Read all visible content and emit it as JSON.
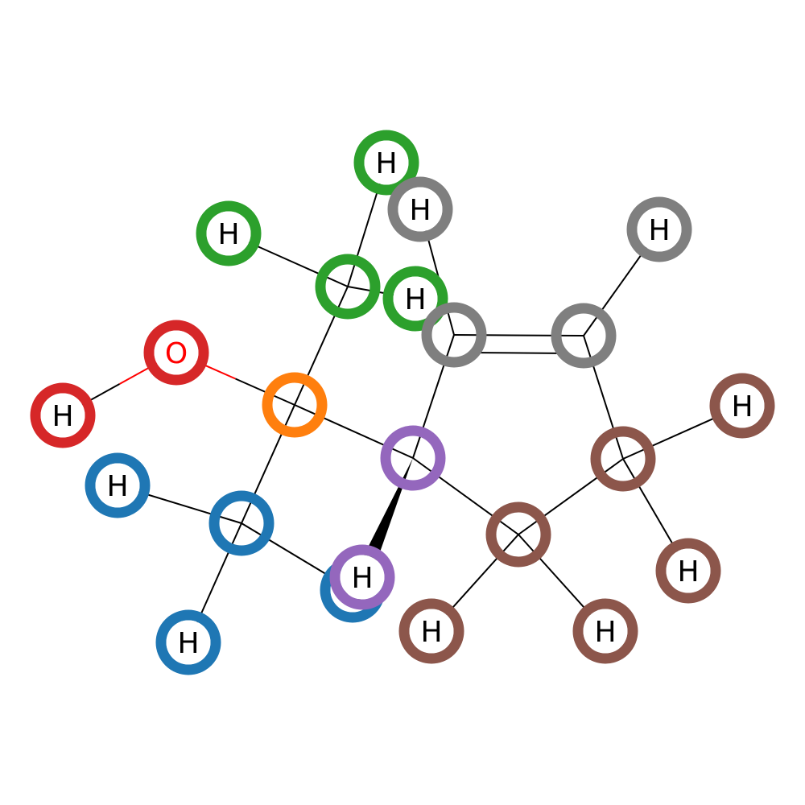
{
  "molecule": {
    "colors": {
      "red": "#d62728",
      "orange": "#ff7f0e",
      "green": "#2ca02c",
      "blue": "#1f77b4",
      "purple": "#9467bd",
      "gray": "#7f7f7f",
      "brown": "#8c564b",
      "bond": "#000000",
      "oxygen_label": "#ff0000",
      "hydrogen_label": "#000000"
    },
    "atoms": [
      {
        "id": "O1",
        "label": "O",
        "group": "red"
      },
      {
        "id": "H_O1",
        "label": "H",
        "group": "red"
      },
      {
        "id": "C_orange",
        "label": "",
        "group": "orange"
      },
      {
        "id": "C_green",
        "label": "",
        "group": "green"
      },
      {
        "id": "H_g1",
        "label": "H",
        "group": "green"
      },
      {
        "id": "H_g2",
        "label": "H",
        "group": "green"
      },
      {
        "id": "H_g3",
        "label": "H",
        "group": "green"
      },
      {
        "id": "C_blue",
        "label": "",
        "group": "blue"
      },
      {
        "id": "H_b1",
        "label": "H",
        "group": "blue"
      },
      {
        "id": "H_b2",
        "label": "H",
        "group": "blue"
      },
      {
        "id": "H_b3",
        "label": "H",
        "group": "blue"
      },
      {
        "id": "C_purple",
        "label": "",
        "group": "purple"
      },
      {
        "id": "H_p1",
        "label": "H",
        "group": "purple"
      },
      {
        "id": "C_gray1",
        "label": "",
        "group": "gray"
      },
      {
        "id": "C_gray2",
        "label": "",
        "group": "gray"
      },
      {
        "id": "H_gr1",
        "label": "H",
        "group": "gray"
      },
      {
        "id": "H_gr2",
        "label": "H",
        "group": "gray"
      },
      {
        "id": "C_brown1",
        "label": "",
        "group": "brown"
      },
      {
        "id": "C_brown2",
        "label": "",
        "group": "brown"
      },
      {
        "id": "H_br1",
        "label": "H",
        "group": "brown"
      },
      {
        "id": "H_br2",
        "label": "H",
        "group": "brown"
      },
      {
        "id": "H_br3",
        "label": "H",
        "group": "brown"
      },
      {
        "id": "H_br4",
        "label": "H",
        "group": "brown"
      }
    ],
    "bonds": [
      {
        "from": "O1",
        "to": "H_O1",
        "order": 1
      },
      {
        "from": "O1",
        "to": "C_orange",
        "order": 1
      },
      {
        "from": "C_orange",
        "to": "C_green",
        "order": 1
      },
      {
        "from": "C_orange",
        "to": "C_blue",
        "order": 1
      },
      {
        "from": "C_orange",
        "to": "C_purple",
        "order": 1
      },
      {
        "from": "C_green",
        "to": "H_g1",
        "order": 1
      },
      {
        "from": "C_green",
        "to": "H_g2",
        "order": 1
      },
      {
        "from": "C_green",
        "to": "H_g3",
        "order": 1
      },
      {
        "from": "C_blue",
        "to": "H_b1",
        "order": 1
      },
      {
        "from": "C_blue",
        "to": "H_b2",
        "order": 1
      },
      {
        "from": "C_blue",
        "to": "H_b3",
        "order": 1
      },
      {
        "from": "C_purple",
        "to": "H_p1",
        "order": 1,
        "style": "wedge"
      },
      {
        "from": "C_purple",
        "to": "C_gray1",
        "order": 1
      },
      {
        "from": "C_purple",
        "to": "C_brown1",
        "order": 1
      },
      {
        "from": "C_gray1",
        "to": "C_gray2",
        "order": 2
      },
      {
        "from": "C_gray1",
        "to": "H_gr1",
        "order": 1
      },
      {
        "from": "C_gray2",
        "to": "H_gr2",
        "order": 1
      },
      {
        "from": "C_gray2",
        "to": "C_brown2",
        "order": 1
      },
      {
        "from": "C_brown1",
        "to": "C_brown2",
        "order": 1
      },
      {
        "from": "C_brown1",
        "to": "H_br1",
        "order": 1
      },
      {
        "from": "C_brown1",
        "to": "H_br2",
        "order": 1
      },
      {
        "from": "C_brown2",
        "to": "H_br3",
        "order": 1
      },
      {
        "from": "C_brown2",
        "to": "H_br4",
        "order": 1
      }
    ]
  }
}
